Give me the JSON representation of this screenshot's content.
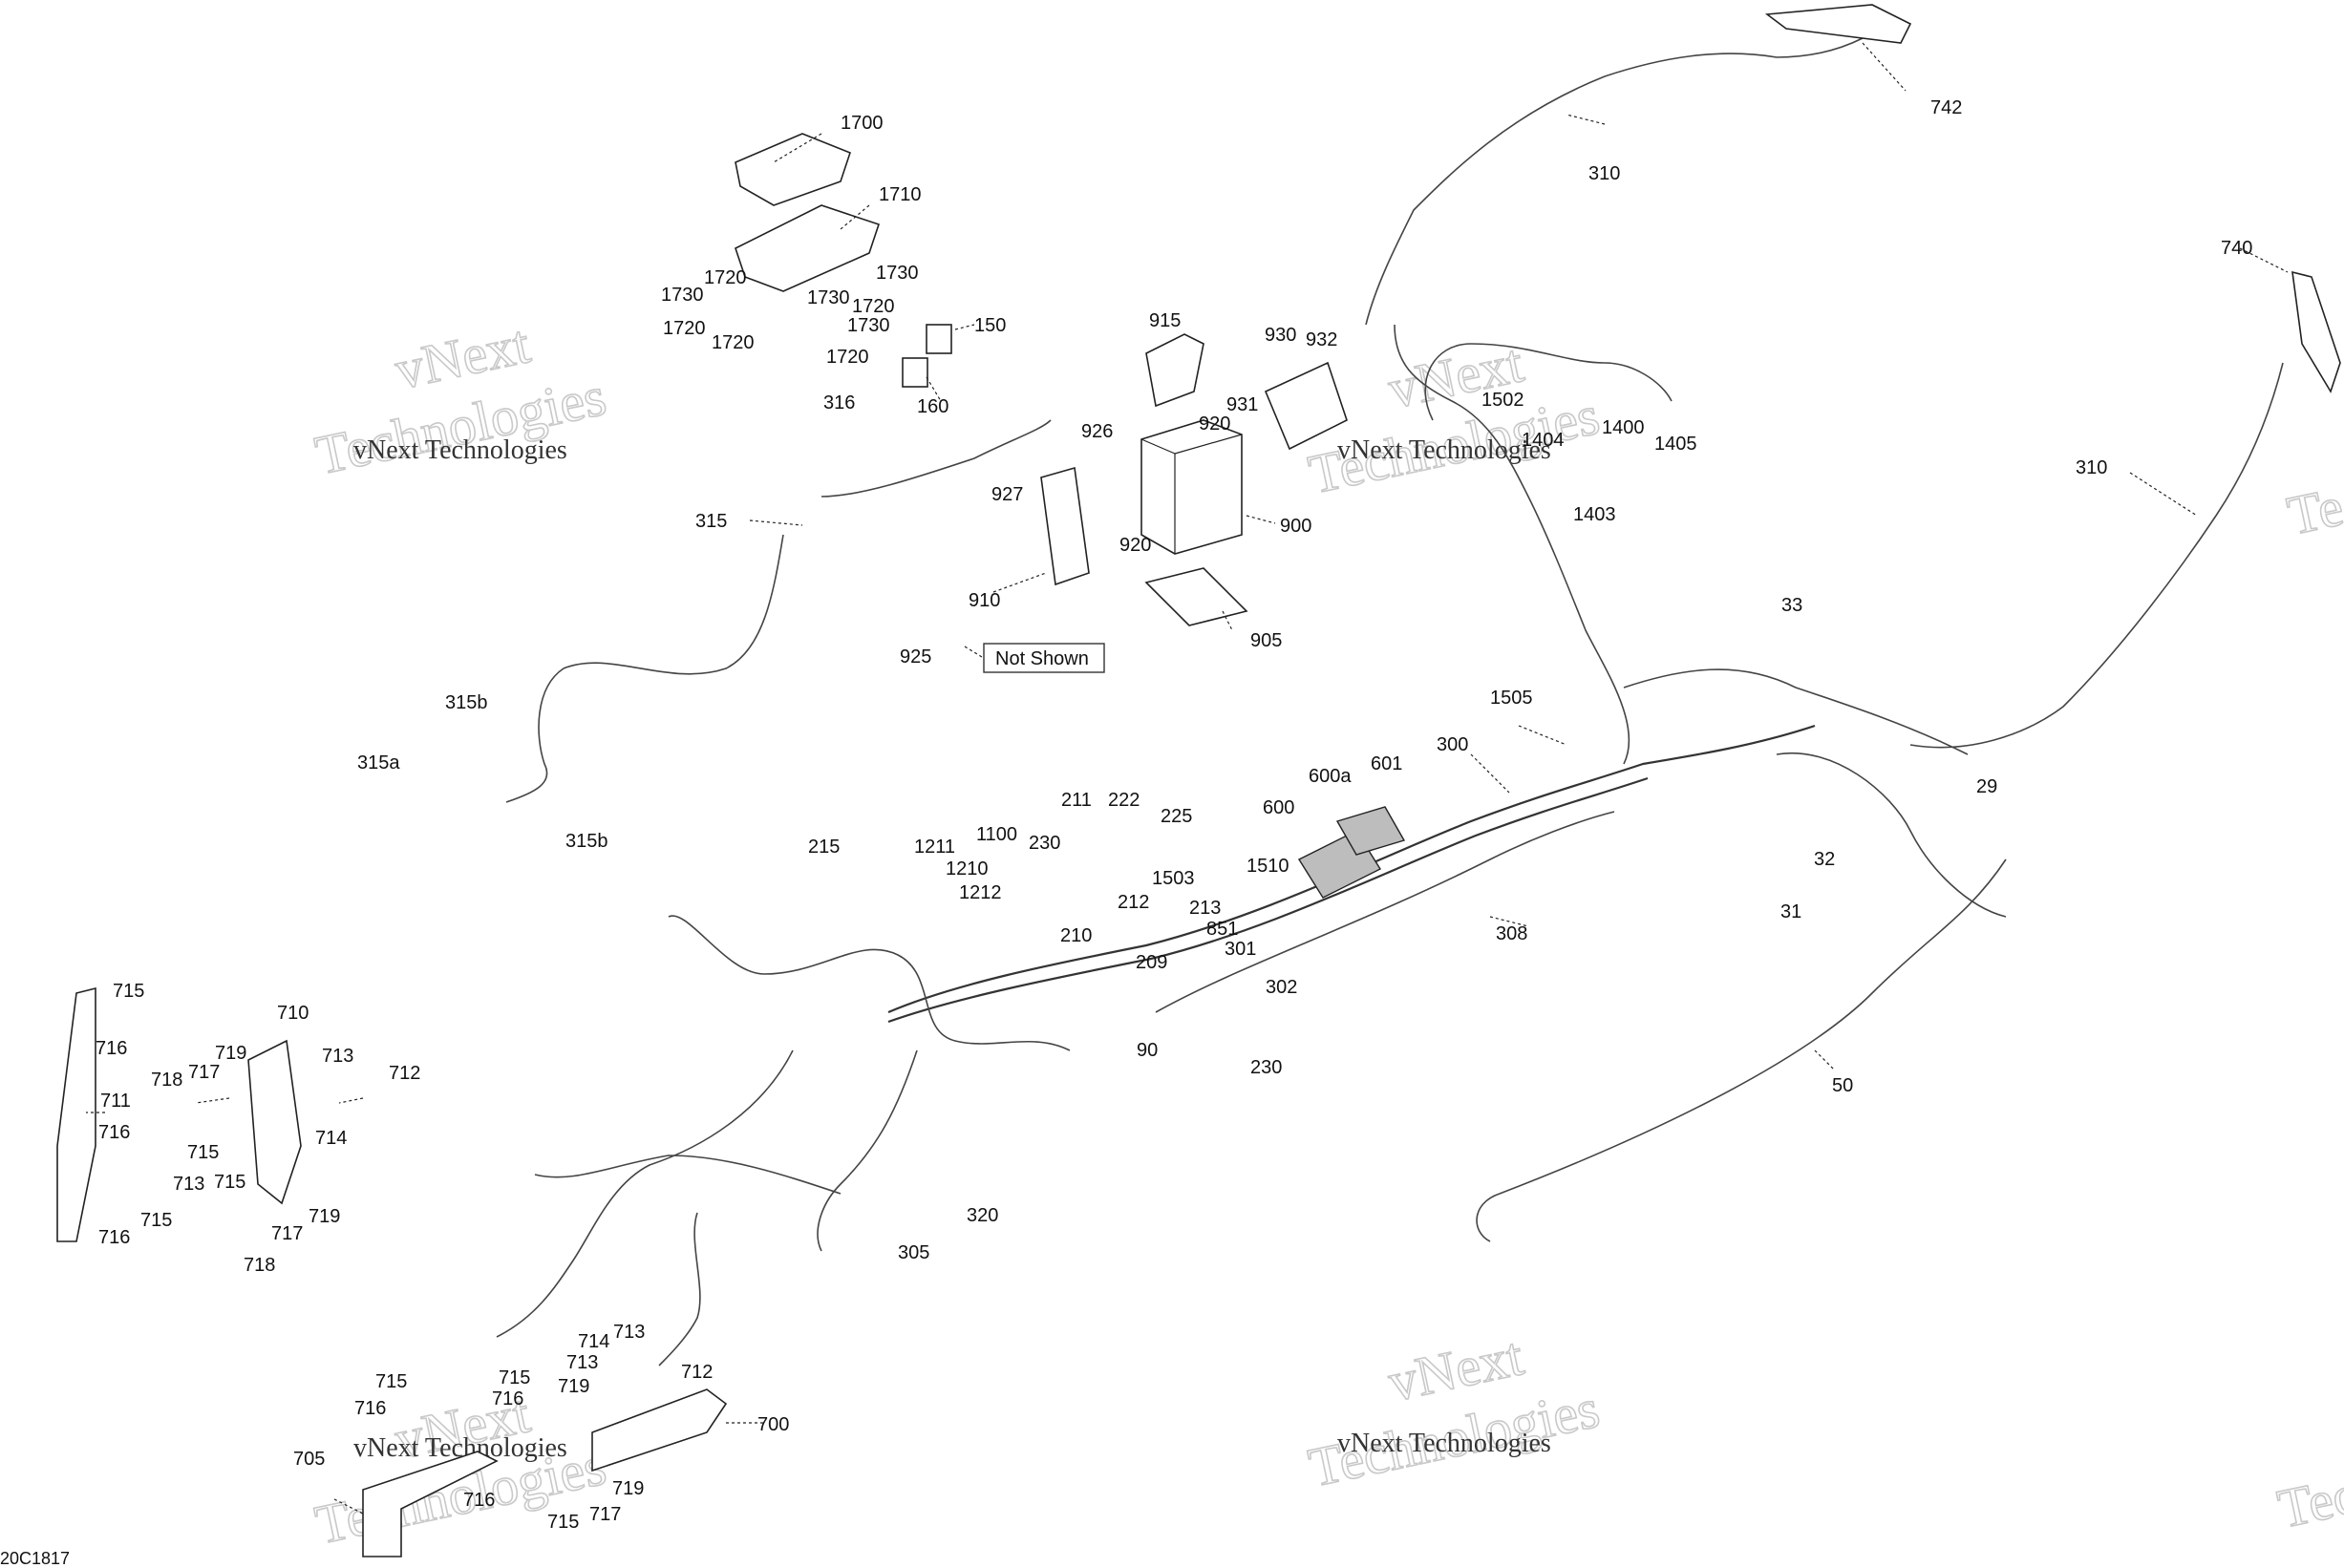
{
  "watermark": {
    "line1": "vNext",
    "line2": "Technologies",
    "caption": "vNext Technologies"
  },
  "figure_ref": "20C1817",
  "not_shown_label": "Not Shown",
  "callouts": [
    {
      "id": "c1700",
      "text": "1700"
    },
    {
      "id": "c1710",
      "text": "1710"
    },
    {
      "id": "c1720a",
      "text": "1720"
    },
    {
      "id": "c1720b",
      "text": "1720"
    },
    {
      "id": "c1720c",
      "text": "1720"
    },
    {
      "id": "c1720d",
      "text": "1720"
    },
    {
      "id": "c1720e",
      "text": "1720"
    },
    {
      "id": "c1730a",
      "text": "1730"
    },
    {
      "id": "c1730b",
      "text": "1730"
    },
    {
      "id": "c1730c",
      "text": "1730"
    },
    {
      "id": "c1730d",
      "text": "1730"
    },
    {
      "id": "c150",
      "text": "150"
    },
    {
      "id": "c160",
      "text": "160"
    },
    {
      "id": "c316",
      "text": "316"
    },
    {
      "id": "c315",
      "text": "315"
    },
    {
      "id": "c315b1",
      "text": "315b"
    },
    {
      "id": "c315a",
      "text": "315a"
    },
    {
      "id": "c315b2",
      "text": "315b"
    },
    {
      "id": "c915",
      "text": "915"
    },
    {
      "id": "c920a",
      "text": "920"
    },
    {
      "id": "c920b",
      "text": "920"
    },
    {
      "id": "c926",
      "text": "926"
    },
    {
      "id": "c927",
      "text": "927"
    },
    {
      "id": "c910",
      "text": "910"
    },
    {
      "id": "c930",
      "text": "930"
    },
    {
      "id": "c932",
      "text": "932"
    },
    {
      "id": "c931",
      "text": "931"
    },
    {
      "id": "c900",
      "text": "900"
    },
    {
      "id": "c905",
      "text": "905"
    },
    {
      "id": "c925",
      "text": "925"
    },
    {
      "id": "c742",
      "text": "742"
    },
    {
      "id": "c310a",
      "text": "310"
    },
    {
      "id": "c310b",
      "text": "310"
    },
    {
      "id": "c740",
      "text": "740"
    },
    {
      "id": "c1502",
      "text": "1502"
    },
    {
      "id": "c1404",
      "text": "1404"
    },
    {
      "id": "c1400",
      "text": "1400"
    },
    {
      "id": "c1405",
      "text": "1405"
    },
    {
      "id": "c1403",
      "text": "1403"
    },
    {
      "id": "c33",
      "text": "33"
    },
    {
      "id": "c1505",
      "text": "1505"
    },
    {
      "id": "c300",
      "text": "300"
    },
    {
      "id": "c29",
      "text": "29"
    },
    {
      "id": "c32",
      "text": "32"
    },
    {
      "id": "c31",
      "text": "31"
    },
    {
      "id": "c308",
      "text": "308"
    },
    {
      "id": "c50",
      "text": "50"
    },
    {
      "id": "c601",
      "text": "601"
    },
    {
      "id": "c600a",
      "text": "600a"
    },
    {
      "id": "c600",
      "text": "600"
    },
    {
      "id": "c1510",
      "text": "1510"
    },
    {
      "id": "c211",
      "text": "211"
    },
    {
      "id": "c222",
      "text": "222"
    },
    {
      "id": "c225",
      "text": "225"
    },
    {
      "id": "c215",
      "text": "215"
    },
    {
      "id": "c1211",
      "text": "1211"
    },
    {
      "id": "c1210",
      "text": "1210"
    },
    {
      "id": "c1212",
      "text": "1212"
    },
    {
      "id": "c1100",
      "text": "1100"
    },
    {
      "id": "c230a",
      "text": "230"
    },
    {
      "id": "c1503",
      "text": "1503"
    },
    {
      "id": "c212",
      "text": "212"
    },
    {
      "id": "c213",
      "text": "213"
    },
    {
      "id": "c210",
      "text": "210"
    },
    {
      "id": "c209",
      "text": "209"
    },
    {
      "id": "c851",
      "text": "851"
    },
    {
      "id": "c301",
      "text": "301"
    },
    {
      "id": "c302",
      "text": "302"
    },
    {
      "id": "c90",
      "text": "90"
    },
    {
      "id": "c230b",
      "text": "230"
    },
    {
      "id": "c320",
      "text": "320"
    },
    {
      "id": "c305",
      "text": "305"
    },
    {
      "id": "c715a",
      "text": "715"
    },
    {
      "id": "c716a",
      "text": "716"
    },
    {
      "id": "c711",
      "text": "711"
    },
    {
      "id": "c716b",
      "text": "716"
    },
    {
      "id": "c715b",
      "text": "715"
    },
    {
      "id": "c716c",
      "text": "716"
    },
    {
      "id": "c710",
      "text": "710"
    },
    {
      "id": "c719a",
      "text": "719"
    },
    {
      "id": "c718a",
      "text": "718"
    },
    {
      "id": "c717a",
      "text": "717"
    },
    {
      "id": "c713a",
      "text": "713"
    },
    {
      "id": "c712a",
      "text": "712"
    },
    {
      "id": "c714a",
      "text": "714"
    },
    {
      "id": "c715c",
      "text": "715"
    },
    {
      "id": "c713b",
      "text": "713"
    },
    {
      "id": "c715d",
      "text": "715"
    },
    {
      "id": "c719b",
      "text": "719"
    },
    {
      "id": "c717b",
      "text": "717"
    },
    {
      "id": "c718b",
      "text": "718"
    },
    {
      "id": "c714b",
      "text": "714"
    },
    {
      "id": "c713c",
      "text": "713"
    },
    {
      "id": "c713d",
      "text": "713"
    },
    {
      "id": "c712b",
      "text": "712"
    },
    {
      "id": "c715e",
      "text": "715"
    },
    {
      "id": "c715f",
      "text": "715"
    },
    {
      "id": "c716d",
      "text": "716"
    },
    {
      "id": "c716e",
      "text": "716"
    },
    {
      "id": "c719c",
      "text": "719"
    },
    {
      "id": "c700",
      "text": "700"
    },
    {
      "id": "c705",
      "text": "705"
    },
    {
      "id": "c716f",
      "text": "716"
    },
    {
      "id": "c715g",
      "text": "715"
    },
    {
      "id": "c717c",
      "text": "717"
    },
    {
      "id": "c719d",
      "text": "719"
    }
  ]
}
